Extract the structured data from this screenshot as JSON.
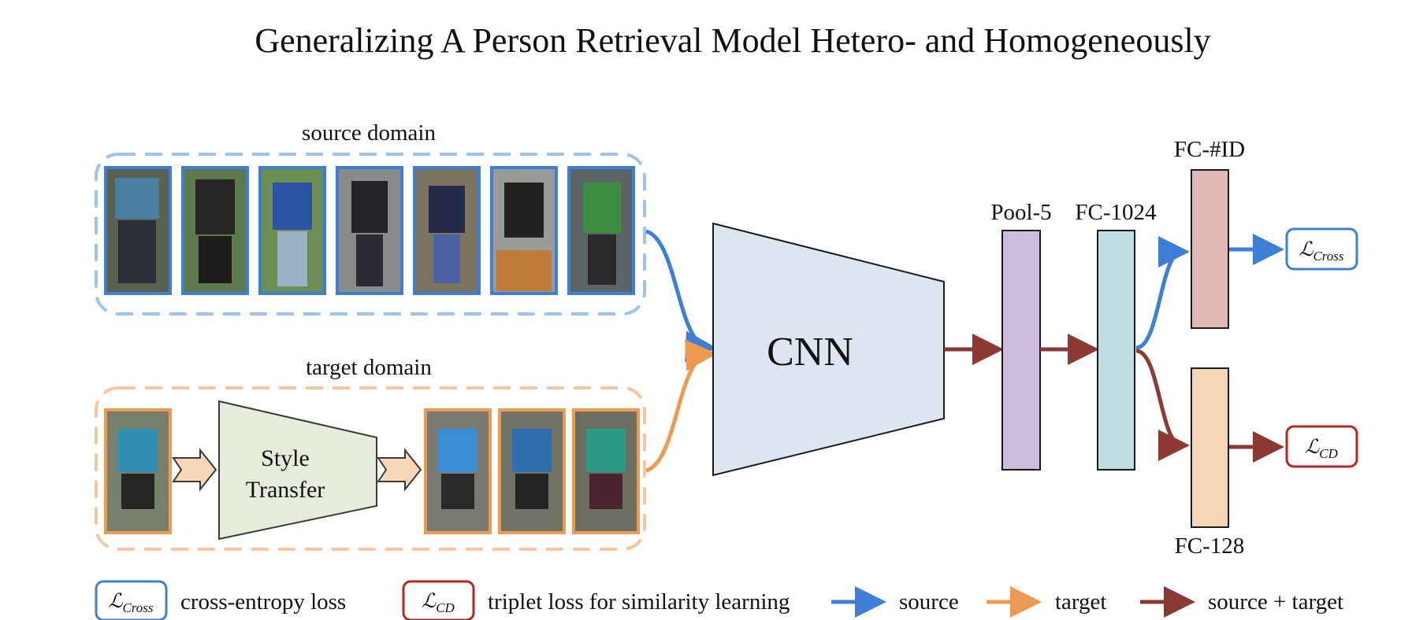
{
  "title": "Generalizing A Person Retrieval Model Hetero- and Homogeneously",
  "source_domain": {
    "label": "source domain",
    "image_count": 7
  },
  "target_domain": {
    "label": "target domain",
    "style_transfer_label_line1": "Style",
    "style_transfer_label_line2": "Transfer"
  },
  "network": {
    "cnn_label": "CNN",
    "pool5_label": "Pool-5",
    "fc1024_label": "FC-1024",
    "fcid_label": "FC-#ID",
    "fc128_label": "FC-128"
  },
  "losses": {
    "cross_main": "ℒ",
    "cross_sub": "Cross",
    "cd_main": "ℒ",
    "cd_sub": "CD"
  },
  "legend": {
    "cross_desc": "cross-entropy loss",
    "cd_desc": "triplet loss for similarity learning",
    "source": "source",
    "target": "target",
    "source_target": "source + target"
  },
  "colors": {
    "source_blue": "#3e7fd6",
    "target_orange": "#ee9a52",
    "combined_red": "#8b3a33",
    "cross_box": "#3e7fd6",
    "cd_box": "#b02a24",
    "cnn_fill": "#dde5f1",
    "style_fill": "#e5ecda",
    "pool5_fill": "#cbbddb",
    "fc1024_fill": "#c0dde6",
    "fcid_fill": "#e0b8b8",
    "fc128_fill": "#f5d7b8"
  }
}
